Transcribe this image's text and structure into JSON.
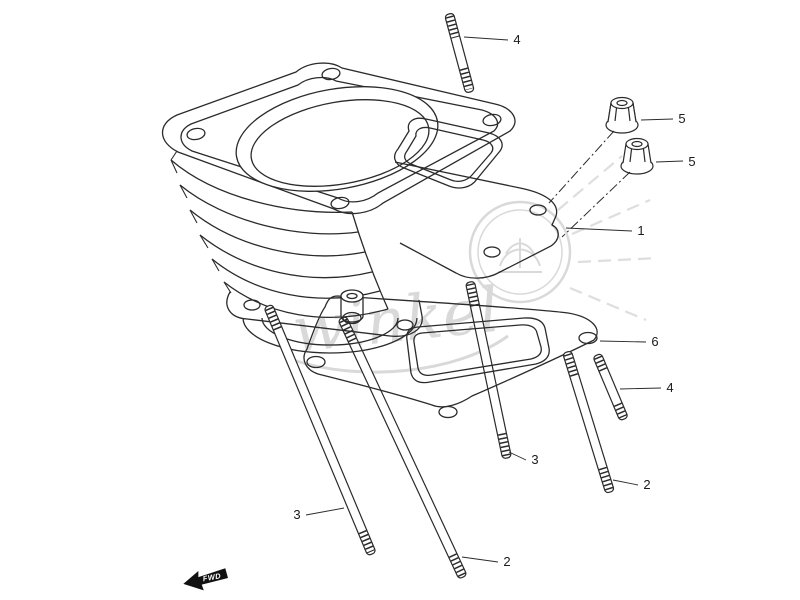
{
  "diagram": {
    "type": "exploded-parts-diagram",
    "background": "#ffffff",
    "line_color": "#2b2b2b"
  },
  "watermark": {
    "text": "winkel",
    "color": "#d9d9d9"
  },
  "fwd": {
    "label": "FWD"
  },
  "callouts": [
    {
      "label": "4"
    },
    {
      "label": "5"
    },
    {
      "label": "5"
    },
    {
      "label": "1"
    },
    {
      "label": "6"
    },
    {
      "label": "4"
    },
    {
      "label": "2"
    },
    {
      "label": "3"
    },
    {
      "label": "3"
    },
    {
      "label": "2"
    }
  ]
}
